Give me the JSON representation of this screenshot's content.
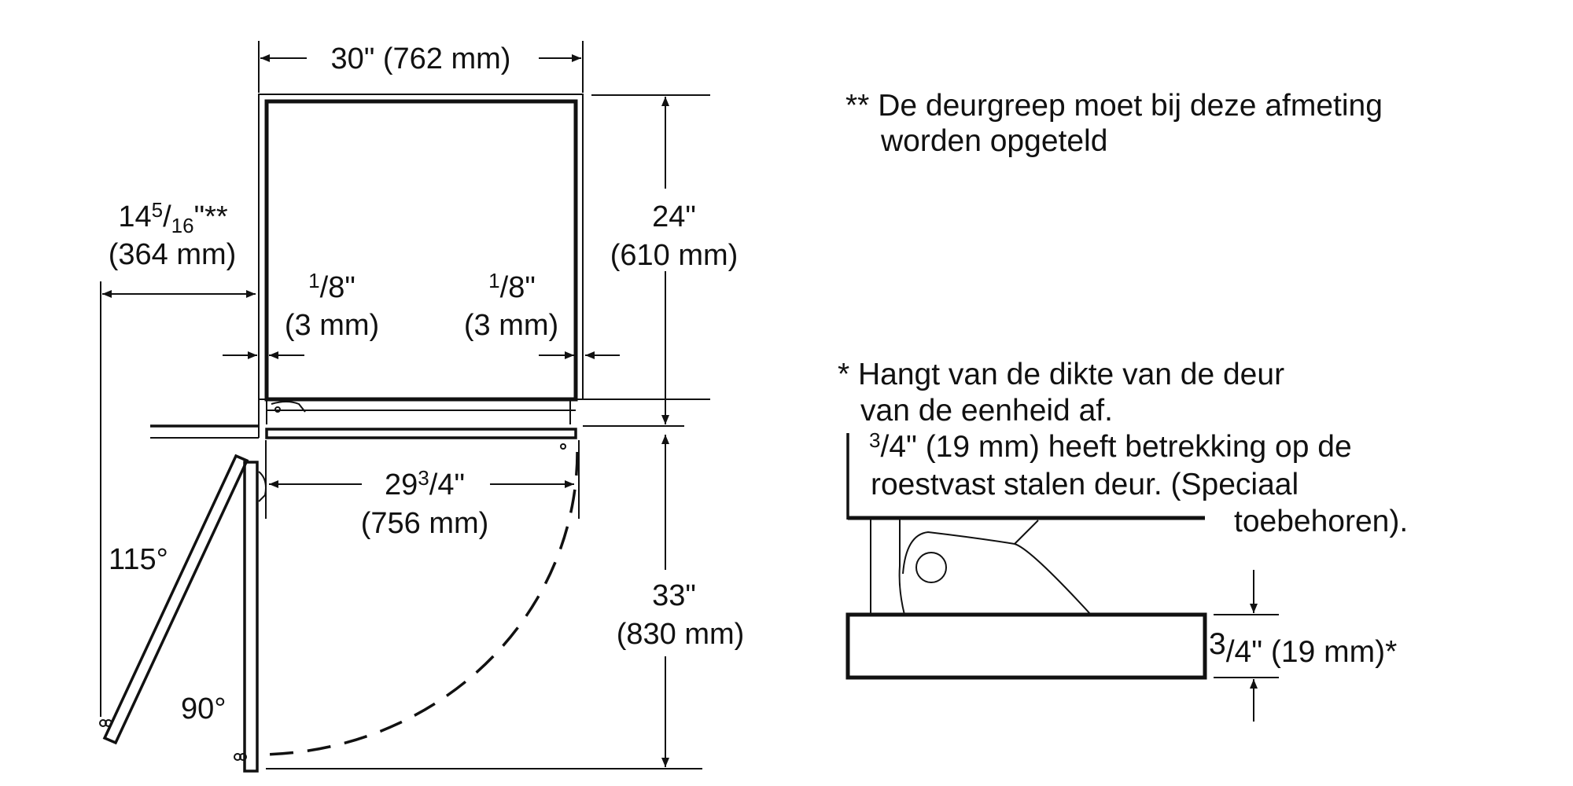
{
  "colors": {
    "ink": "#111111",
    "background": "#ffffff"
  },
  "dimensions": {
    "width_total": "30\" (762 mm)",
    "side_clearance": {
      "whole": "14",
      "num": "5",
      "den": "16",
      "suffix": "\"**",
      "metric": "(364 mm)"
    },
    "height_door": {
      "imperial": "24\"",
      "metric": "(610 mm)"
    },
    "gap_left": {
      "num": "1",
      "den": "8",
      "suffix": "\"",
      "metric": "(3 mm)"
    },
    "gap_right": {
      "num": "1",
      "den": "8",
      "suffix": "\"",
      "metric": "(3 mm)"
    },
    "inner_width": {
      "whole": "29",
      "num": "3",
      "den": "4",
      "suffix": "\"",
      "metric": "(756 mm)"
    },
    "swing_depth": {
      "imperial": "33\"",
      "metric": "(830 mm)"
    },
    "angle_115": "115°",
    "angle_90": "90°",
    "door_thickness": {
      "num": "3",
      "den": "4",
      "suffix": "\" (19 mm)*"
    }
  },
  "notes": {
    "double_star": {
      "line1": "** De deurgreep moet bij deze afmeting",
      "line2": "worden opgeteld"
    },
    "single_star": {
      "line1": "* Hangt van de dikte van de deur",
      "line2": "van de eenheid af.",
      "line3_num": "3",
      "line3_den": "4",
      "line3_rest": "\" (19 mm) heeft betrekking op de",
      "line4": "roestvast stalen deur. (Speciaal",
      "line5": "toebehoren)."
    }
  }
}
